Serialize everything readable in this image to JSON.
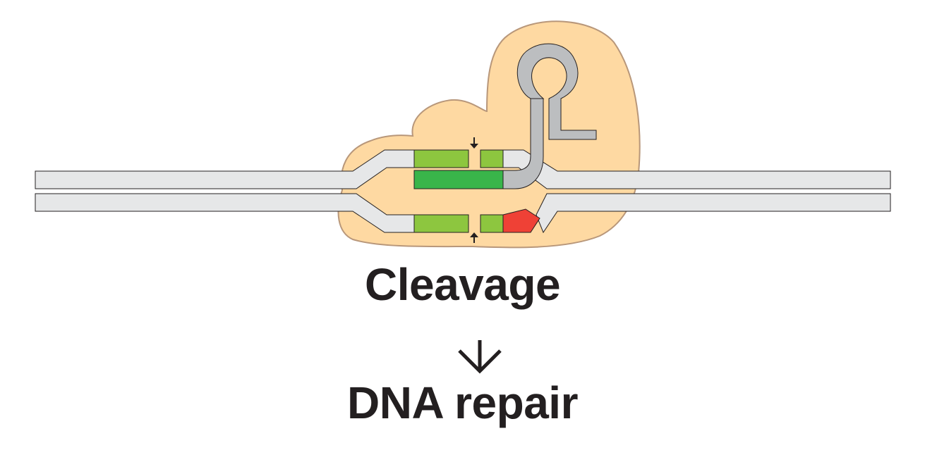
{
  "labels": {
    "step1": "Cleavage",
    "arrow": "↓",
    "step2": "DNA repair"
  },
  "icons": {
    "down_arrow": "down-arrow-icon",
    "cut_arrow_top": "cleavage-site-arrow-down",
    "cut_arrow_bottom": "cleavage-site-arrow-up"
  },
  "colors": {
    "protein": "#fed9a2",
    "protein_edge": "#b8977a",
    "dna": "#e6e7e8",
    "outline": "#231f20",
    "guide_rna": "#bcbec0",
    "rna_target_match": "#39b54a",
    "dna_target": "#8dc63f",
    "pam": "#ef4136",
    "text": "#231f20"
  }
}
